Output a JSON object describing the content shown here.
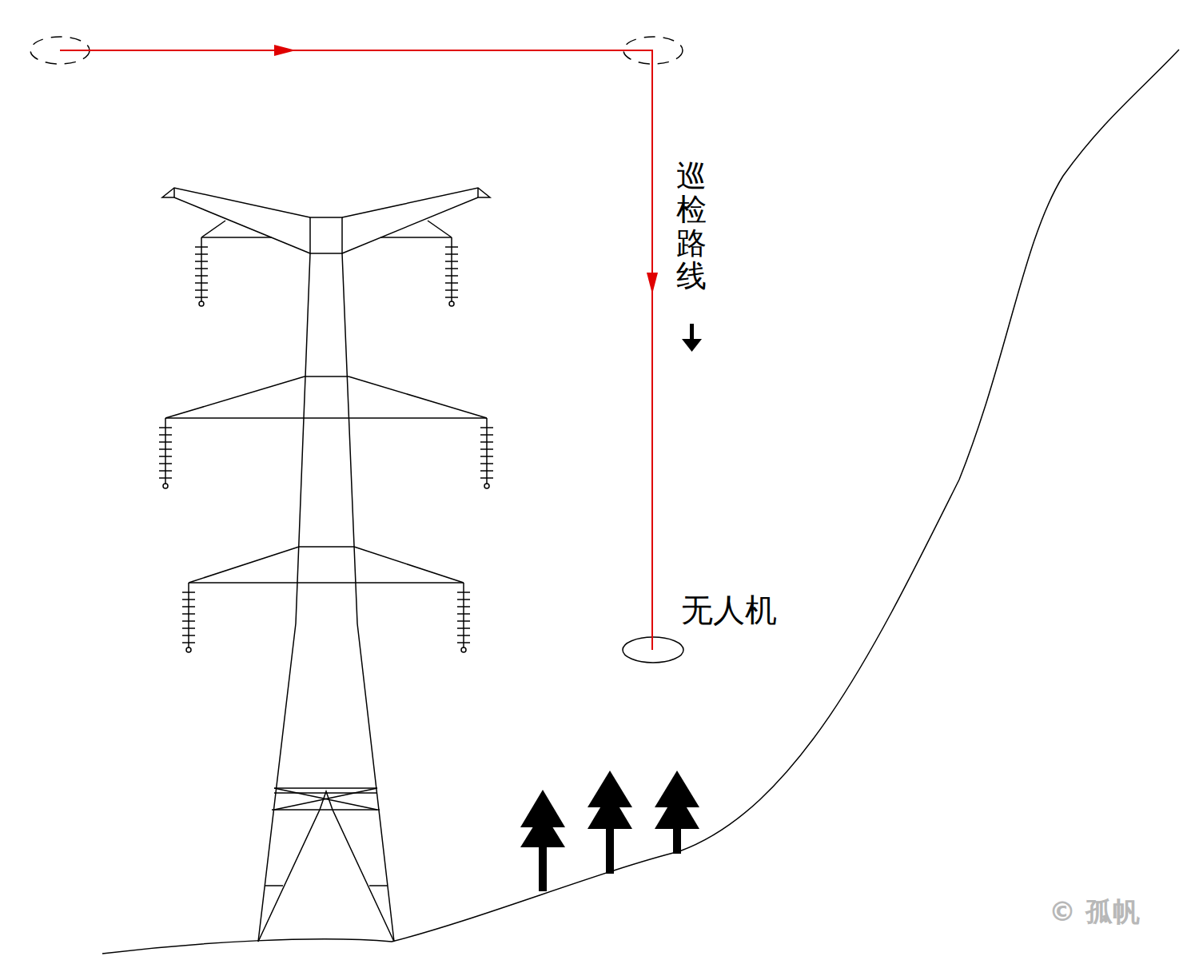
{
  "diagram": {
    "labels": [
      "巡检路线",
      "无人机",
      "© 孤帆"
    ]
  }
}
